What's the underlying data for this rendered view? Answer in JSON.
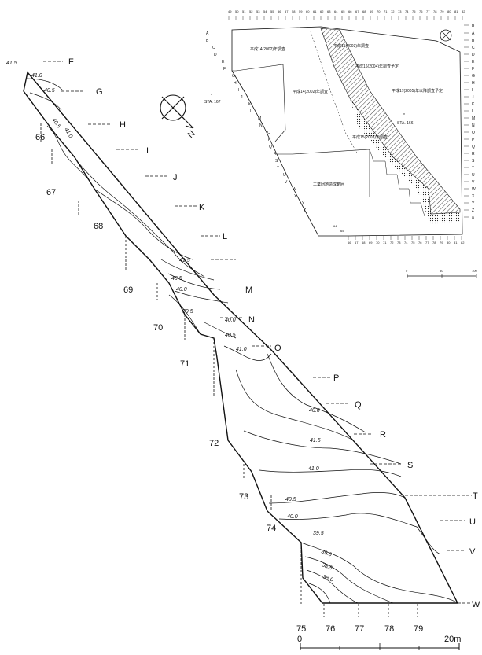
{
  "main_map": {
    "row_labels": [
      "F",
      "G",
      "H",
      "I",
      "J",
      "K",
      "L",
      "M",
      "N",
      "O",
      "P",
      "Q",
      "R",
      "S",
      "T",
      "U",
      "V",
      "W"
    ],
    "column_labels": [
      "66",
      "67",
      "68",
      "69",
      "70",
      "71",
      "72",
      "73",
      "74",
      "75",
      "76",
      "77",
      "78",
      "79"
    ],
    "contour_labels": [
      "41.5",
      "41.0",
      "40.5",
      "40.5",
      "41.0",
      "41.5",
      "40.5",
      "40.0",
      "39.5",
      "40.0",
      "40.5",
      "41.0",
      "40.0",
      "41.5",
      "41.0",
      "40.5",
      "40.0",
      "39.5",
      "39.0",
      "38.5",
      "38.0"
    ],
    "north_label": "N",
    "scale_bar": {
      "start_label": "0",
      "end_label": "20m"
    }
  },
  "inset_map": {
    "top_numbers": [
      "49",
      "50",
      "51",
      "52",
      "53",
      "54",
      "55",
      "56",
      "57",
      "58",
      "59",
      "60",
      "61",
      "62",
      "63",
      "64",
      "65",
      "66",
      "67",
      "68",
      "69",
      "70",
      "71",
      "72",
      "73",
      "74",
      "75",
      "76",
      "77",
      "78",
      "79",
      "80",
      "81",
      "82"
    ],
    "bottom_numbers": [
      "64",
      "65",
      "66",
      "67",
      "68",
      "69",
      "70",
      "71",
      "72",
      "73",
      "74",
      "75",
      "76",
      "77",
      "78",
      "79",
      "80",
      "81",
      "82"
    ],
    "left_letters": [
      "A",
      "B",
      "C",
      "D",
      "E",
      "F",
      "G",
      "H",
      "I",
      "J",
      "K",
      "L",
      "M",
      "N",
      "O",
      "P",
      "Q",
      "R",
      "S",
      "T",
      "U",
      "V",
      "W",
      "X",
      "Y",
      "Z"
    ],
    "right_letters": [
      "B",
      "A",
      "B",
      "C",
      "D",
      "E",
      "F",
      "G",
      "H",
      "I",
      "J",
      "K",
      "L",
      "M",
      "N",
      "O",
      "P",
      "Q",
      "R",
      "S",
      "T",
      "U",
      "V",
      "W",
      "X",
      "Y",
      "Z",
      "a"
    ],
    "area_labels": [
      "平成15(2003)年調査",
      "平成16(2004)年調査予定",
      "平成17(2005)年以降調査予定",
      "平成14(2002)年調査",
      "平成14(2002)年調査",
      "平成15(2003)年調査",
      "工業団地造成範囲"
    ],
    "station_labels": [
      "STA. 167",
      "STA. 166"
    ],
    "scale_labels": [
      "0",
      "50",
      "100"
    ]
  }
}
